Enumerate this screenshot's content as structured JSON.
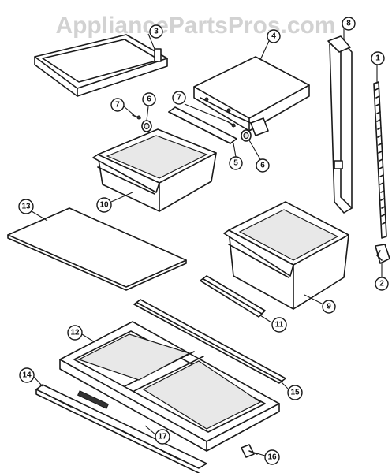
{
  "watermark": "AppliancePartsPros.com",
  "callouts": [
    {
      "id": "c1",
      "label": "1"
    },
    {
      "id": "c2",
      "label": "2"
    },
    {
      "id": "c3",
      "label": "3"
    },
    {
      "id": "c4",
      "label": "4"
    },
    {
      "id": "c5",
      "label": "5"
    },
    {
      "id": "c6a",
      "label": "6"
    },
    {
      "id": "c6b",
      "label": "6"
    },
    {
      "id": "c7a",
      "label": "7"
    },
    {
      "id": "c7b",
      "label": "7"
    },
    {
      "id": "c8",
      "label": "8"
    },
    {
      "id": "c9",
      "label": "9"
    },
    {
      "id": "c10",
      "label": "10"
    },
    {
      "id": "c11",
      "label": "11"
    },
    {
      "id": "c12",
      "label": "12"
    },
    {
      "id": "c13",
      "label": "13"
    },
    {
      "id": "c14",
      "label": "14"
    },
    {
      "id": "c15",
      "label": "15"
    },
    {
      "id": "c16",
      "label": "16"
    },
    {
      "id": "c17",
      "label": "17"
    }
  ]
}
